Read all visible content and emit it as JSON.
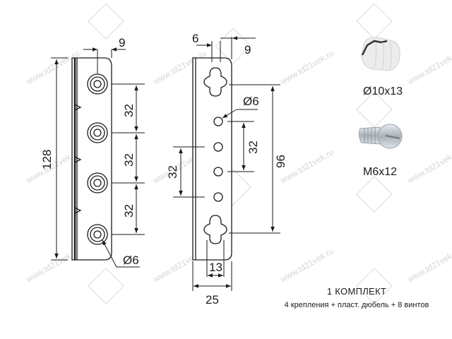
{
  "watermark": {
    "text": "www.td21vek.ru",
    "logo": "21-diamond-logo",
    "color": "#d6d6d6"
  },
  "bracket_left": {
    "name": "bracket-side-view",
    "dims": {
      "offset_top": "9",
      "total_height": "128",
      "spacing_1": "32",
      "spacing_2": "32",
      "spacing_3": "32",
      "hole_diameter": "Ø6"
    },
    "hole_count": 4
  },
  "bracket_right": {
    "name": "bracket-front-view",
    "dims": {
      "slot_width": "6",
      "slot_offset": "9",
      "hole_diameter": "Ø6",
      "spacing_right": "32",
      "spacing_left": "32",
      "slot_center_distance": "96",
      "keyhole_width": "13",
      "total_width": "25"
    },
    "hole_count": 4
  },
  "parts": [
    {
      "name": "plastic-dowel",
      "label": "Ø10x13"
    },
    {
      "name": "screw",
      "label": "M6x12"
    }
  ],
  "kit": {
    "title": "1  КОМПЛЕКТ",
    "contents": "4 крепления +  пласт. дюбель + 8 винтов"
  },
  "colors": {
    "line": "#1a1a1a",
    "dowel": "#e6e6e6",
    "screw": "#c8ccd0"
  }
}
